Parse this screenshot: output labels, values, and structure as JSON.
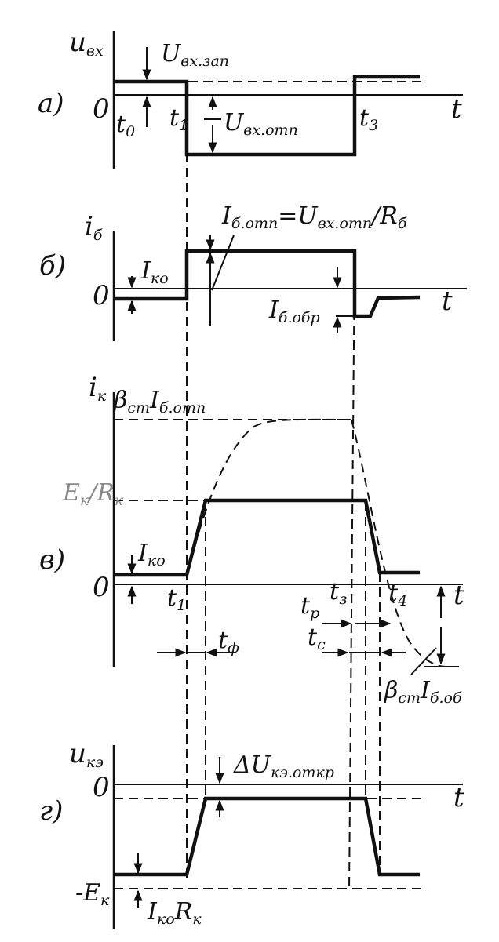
{
  "panel_a": {
    "letter": "а)",
    "y_symbol": "u",
    "y_sub": "вх",
    "zero": "0",
    "t_axis": "t",
    "t0": "t",
    "t0_sub": "0",
    "t1": "t",
    "t1_sub": "1",
    "t3": "t",
    "t3_sub": "3",
    "u_zap": "U",
    "u_zap_sub": "вх.зап",
    "u_otp": "U",
    "u_otp_sub": "вх.отп"
  },
  "panel_b": {
    "letter": "б)",
    "y_symbol": "i",
    "y_sub": "б",
    "zero": "0",
    "t_axis": "t",
    "iko": "I",
    "iko_sub": "ко",
    "formula_I": "I",
    "formula_I_sub": "б.отп",
    "formula_eq": "=U",
    "formula_U_sub": "вх.отп",
    "formula_div": "/R",
    "formula_R_sub": "б",
    "i_obr": "I",
    "i_obr_sub": "б.обр"
  },
  "panel_v": {
    "letter": "в)",
    "y_symbol": "i",
    "y_sub": "к",
    "zero": "0",
    "t_axis": "t",
    "beta_top": "β",
    "beta_top_sub": "ст",
    "beta_top_I": "I",
    "beta_top_I_sub": "б.отп",
    "ek_rk": "E",
    "ek_sub": "к",
    "ek_div": "/R",
    "rk_sub": "к",
    "iko": "I",
    "iko_sub": "ко",
    "t1": "t",
    "t1_sub": "1",
    "t3": "t",
    "t3_sub": "з",
    "t4": "t",
    "t4_sub": "4",
    "tp": "t",
    "tp_sub": "р",
    "tc": "t",
    "tc_sub": "с",
    "tf": "t",
    "tf_sub": "ф",
    "beta_bot": "β",
    "beta_bot_sub": "ст",
    "beta_bot_I": "I",
    "beta_bot_I_sub": "б.об"
  },
  "panel_g": {
    "letter": "г)",
    "y_symbol": "u",
    "y_sub": "кэ",
    "zero": "0",
    "t_axis": "t",
    "delta_u": "ΔU",
    "delta_u_sub": "кэ.откр",
    "minus_ek": "-E",
    "minus_ek_sub": "к",
    "iko_rk": "I",
    "iko_rk_sub": "ко",
    "iko_rk_R": "R",
    "iko_rk_R_sub": "к"
  },
  "colors": {
    "ink": "#111111",
    "ek_label": "#888888"
  }
}
